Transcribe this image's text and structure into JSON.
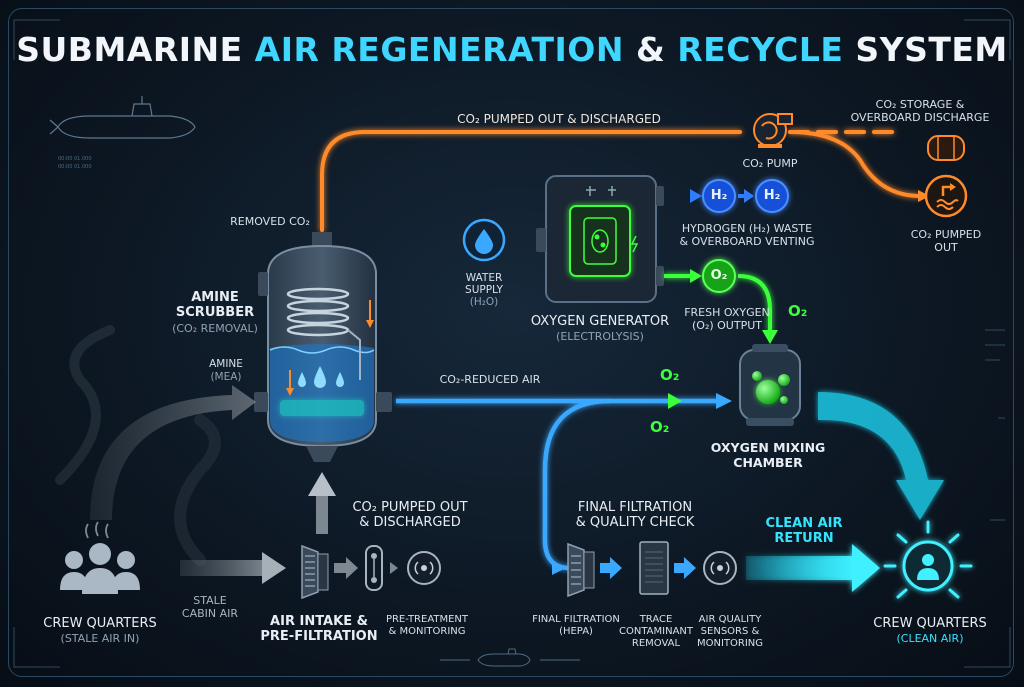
{
  "title": {
    "part1": "SUBMARINE ",
    "part2": "AIR REGENERATION",
    "part3": " & ",
    "part4": "RECYCLE",
    "part5": " SYSTEM"
  },
  "labels": {
    "co2_pumped_top": "CO₂ PUMPED OUT & DISCHARGED",
    "co2_storage": [
      "CO₂ STORAGE &",
      "OVERBOARD DISCHARGE"
    ],
    "co2_pump": "CO₂ PUMP",
    "co2_pumped_out": [
      "CO₂ PUMPED",
      "OUT"
    ],
    "removed_co2": "REMOVED CO₂",
    "amine_scrubber": [
      "AMINE",
      "SCRUBBER"
    ],
    "amine_scrubber_sub": "(CO₂ REMOVAL)",
    "amine": "AMINE",
    "amine_sub": "(MEA)",
    "water_supply": [
      "WATER",
      "SUPPLY"
    ],
    "water_supply_sub": "(H₂O)",
    "hydrogen_waste": [
      "HYDROGEN (H₂) WASTE",
      "& OVERBOARD VENTING"
    ],
    "oxygen_generator": "OXYGEN GENERATOR",
    "oxygen_generator_sub": "(ELECTROLYSIS)",
    "fresh_oxygen": [
      "FRESH OXYGEN",
      "(O₂) OUTPUT"
    ],
    "co2_reduced_air": "CO₂-REDUCED AIR",
    "oxygen_mixing": [
      "OXYGEN MIXING",
      "CHAMBER"
    ],
    "co2_pumped_mid": [
      "CO₂ PUMPED OUT",
      "& DISCHARGED"
    ],
    "final_filtration_check": [
      "FINAL FILTRATION",
      "& QUALITY CHECK"
    ],
    "clean_air_return": [
      "CLEAN AIR",
      "RETURN"
    ],
    "crew_quarters_left": "CREW QUARTERS",
    "crew_quarters_left_sub": "(STALE AIR IN)",
    "stale_cabin_air": [
      "STALE",
      "CABIN AIR"
    ],
    "air_intake": [
      "AIR INTAKE &",
      "PRE-FILTRATION"
    ],
    "pre_treatment": [
      "PRE-TREATMENT",
      "& MONITORING"
    ],
    "final_filtration_hepa": [
      "FINAL FILTRATION",
      "(HEPA)"
    ],
    "trace_contaminant": [
      "TRACE",
      "CONTAMINANT",
      "REMOVAL"
    ],
    "air_quality": [
      "AIR QUALITY",
      "SENSORS &",
      "MONITORING"
    ],
    "crew_quarters_right": "CREW QUARTERS",
    "crew_quarters_right_sub": "(CLEAN AIR)",
    "h2": "H₂",
    "o2": "O₂"
  },
  "colors": {
    "co2_line": "#ff8a2a",
    "o2_line": "#3bff3b",
    "air_line": "#3aa8ff",
    "clean_air": "#2fe6ff",
    "stale_air": "#8a939c",
    "h2_line": "#2f7dff"
  },
  "icons": [
    "submarine-icon",
    "pump-icon",
    "storage-tank-icon",
    "discharge-icon",
    "water-drop-icon",
    "electrolysis-cell-icon",
    "h2-molecule-icon",
    "o2-molecule-icon",
    "mixing-chamber-icon",
    "scrubber-tank-icon",
    "crew-icon",
    "filter-icon",
    "sensor-icon",
    "clean-air-person-icon"
  ]
}
